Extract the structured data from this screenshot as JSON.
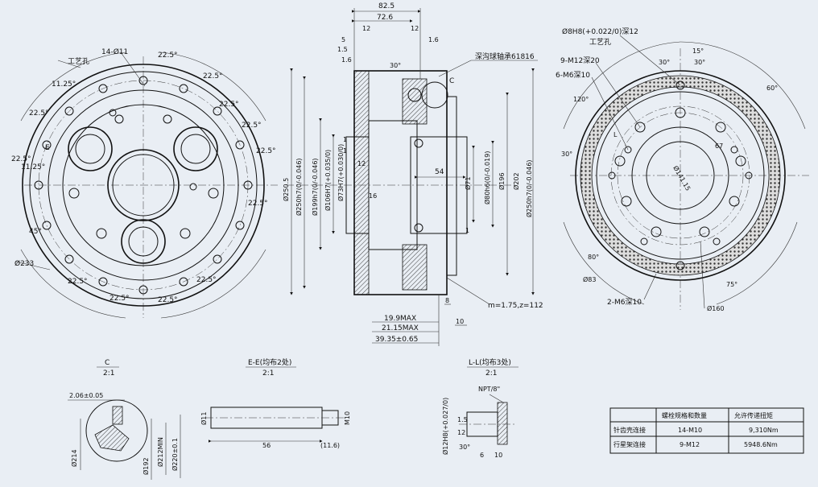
{
  "front_view": {
    "process_hole_label": "工艺孔",
    "holes_label": "14-Ø11",
    "section_mark": "E",
    "dia_label": "Ø233",
    "angles": [
      "22.5°",
      "22.5°",
      "22.5°",
      "22.5°",
      "22.5°",
      "22.5°",
      "22.5°",
      "22.5°",
      "22.5°",
      "22.5°",
      "22.5°",
      "22.5°",
      "11.25°",
      "11.25°",
      "45°"
    ]
  },
  "side_view": {
    "top_dims": [
      "82.5",
      "72.6",
      "12",
      "12",
      "5",
      "1.5",
      "1.6",
      "1.6"
    ],
    "bearing_label": "深沟球轴承61816",
    "detail_c": "C",
    "angle_30": "30°",
    "left_dims": [
      "Ø250.5",
      "Ø250h7(0/-0.046)",
      "Ø199h7(0/-0.046)",
      "Ø106H7(+0.035/0)",
      "Ø73H7(+0.030/0)",
      "1",
      "1",
      "12",
      "16"
    ],
    "right_dims": [
      "54",
      "Ø71",
      "Ø80h6(0/-0.019)",
      "Ø196",
      "Ø202",
      "Ø250h7(0/-0.046)",
      "1"
    ],
    "gear_spec": "m=1.75,z=112",
    "bottom_dims": [
      "8",
      "10",
      "19.9MAX",
      "21.15MAX",
      "39.35±0.65"
    ]
  },
  "right_view": {
    "pin_hole": "Ø8H8(+0.022/0)深12",
    "process_hole": "工艺孔",
    "m12_label": "9-M12深20",
    "m6_label": "6-M6深10",
    "m6b_label": "2-M6深10",
    "angles": [
      "15°",
      "30°",
      "30°",
      "60°",
      "120°",
      "30°",
      "80°",
      "75°"
    ],
    "dims": [
      "67",
      "Ø141.15",
      "Ø83",
      "Ø160"
    ],
    "section_mark": "L"
  },
  "detail_c": {
    "title": "C",
    "scale": "2:1",
    "dims": [
      "2.06±0.05",
      "Ø214",
      "Ø192",
      "Ø212MIN",
      "Ø220±0.1"
    ]
  },
  "detail_e": {
    "title": "E-E(均布2处)",
    "scale": "2:1",
    "dims": [
      "Ø11",
      "M10",
      "56",
      "(11.6)"
    ]
  },
  "detail_l": {
    "title": "L-L(均布3处)",
    "scale": "2:1",
    "dims": [
      "NPT/8\"",
      "1.5",
      "12",
      "Ø12H8(+0.027/0)",
      "30°",
      "6",
      "10"
    ]
  },
  "table": {
    "headers": [
      "",
      "螺栓规格和数量",
      "允许传递扭矩"
    ],
    "rows": [
      [
        "针齿壳连接",
        "14-M10",
        "9,310Nm"
      ],
      [
        "行星架连接",
        "9-M12",
        "5948.6Nm"
      ]
    ]
  }
}
